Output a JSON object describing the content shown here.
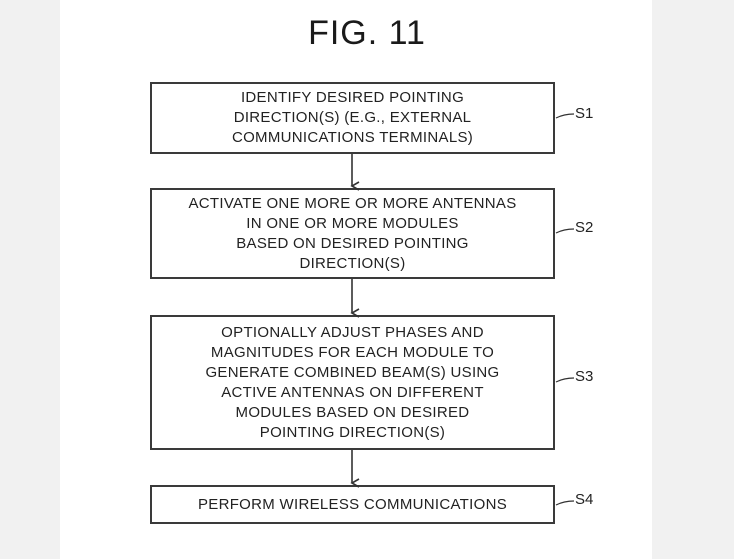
{
  "figure": {
    "title": "FIG. 11"
  },
  "steps": [
    {
      "label": "S1",
      "text": "IDENTIFY DESIRED POINTING\nDIRECTION(S) (E.G., EXTERNAL\nCOMMUNICATIONS TERMINALS)"
    },
    {
      "label": "S2",
      "text": "ACTIVATE ONE MORE OR MORE ANTENNAS\nIN ONE OR MORE MODULES\nBASED ON DESIRED POINTING\nDIRECTION(S)"
    },
    {
      "label": "S3",
      "text": "OPTIONALLY ADJUST PHASES AND\nMAGNITUDES FOR EACH MODULE TO\nGENERATE COMBINED BEAM(S) USING\nACTIVE ANTENNAS ON DIFFERENT\nMODULES BASED ON DESIRED\nPOINTING DIRECTION(S)"
    },
    {
      "label": "S4",
      "text": "PERFORM WIRELESS COMMUNICATIONS"
    }
  ]
}
